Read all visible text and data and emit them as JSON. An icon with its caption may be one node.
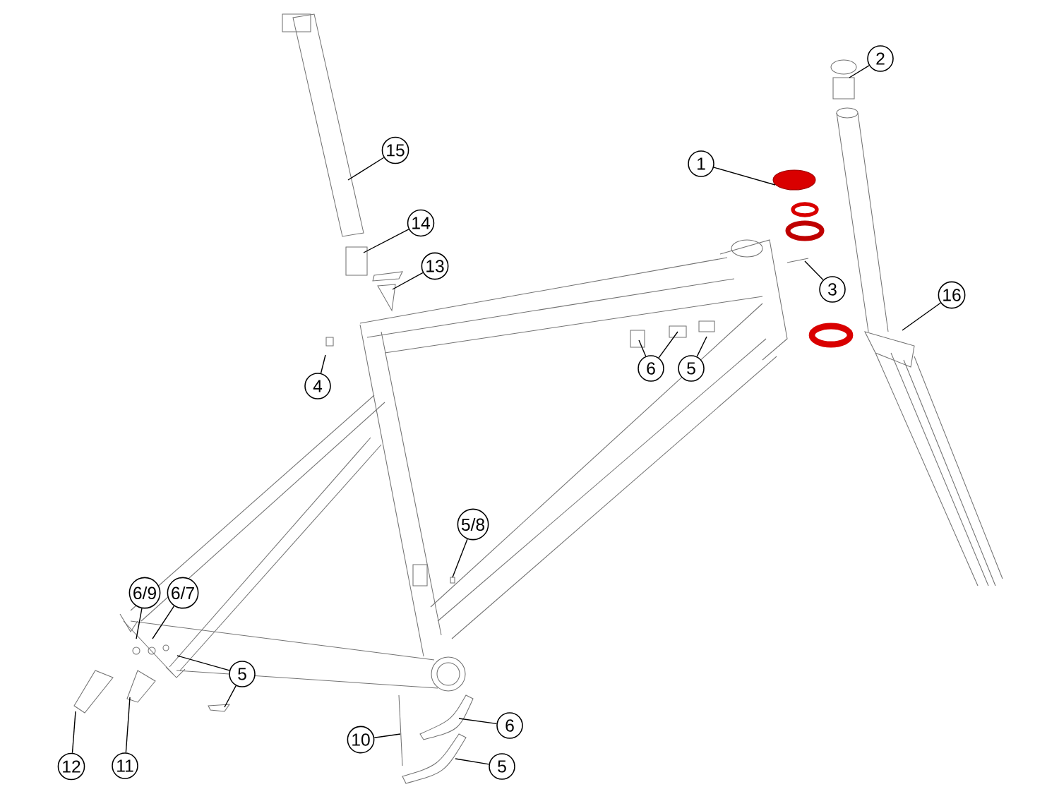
{
  "diagram": {
    "nodes": [
      {
        "text": [
          "2"
        ]
      },
      {
        "text": [
          "15"
        ]
      },
      {
        "text": [
          "1"
        ]
      },
      {
        "text": [
          "14"
        ]
      },
      {
        "text": [
          "13"
        ]
      },
      {
        "text": [
          "3"
        ]
      },
      {
        "text": [
          "16"
        ]
      },
      {
        "text": [
          "6"
        ]
      },
      {
        "text": [
          "5"
        ]
      },
      {
        "text": [
          "4"
        ]
      },
      {
        "text": [
          "5/8"
        ]
      },
      {
        "text": [
          "6/9"
        ]
      },
      {
        "text": [
          "6/7"
        ]
      },
      {
        "text": [
          "5"
        ]
      },
      {
        "text": [
          "6"
        ]
      },
      {
        "text": [
          "10"
        ]
      },
      {
        "text": [
          "5"
        ]
      },
      {
        "text": [
          "12"
        ]
      },
      {
        "text": [
          "11"
        ]
      }
    ],
    "edges": [
      {
        "from": 0,
        "to": null,
        "arrow": "none"
      },
      {
        "from": 1,
        "to": null,
        "arrow": "none"
      },
      {
        "from": 2,
        "to": null,
        "arrow": "none"
      },
      {
        "from": 3,
        "to": null,
        "arrow": "none"
      },
      {
        "from": 4,
        "to": null,
        "arrow": "none"
      },
      {
        "from": 5,
        "to": null,
        "arrow": "none"
      },
      {
        "from": 6,
        "to": null,
        "arrow": "none"
      },
      {
        "from": 7,
        "to": null,
        "arrow": "none"
      },
      {
        "from": 7,
        "to": null,
        "arrow": "none"
      },
      {
        "from": 8,
        "to": null,
        "arrow": "none"
      },
      {
        "from": 9,
        "to": null,
        "arrow": "none"
      },
      {
        "from": 10,
        "to": null,
        "arrow": "none"
      },
      {
        "from": 11,
        "to": null,
        "arrow": "none"
      },
      {
        "from": 12,
        "to": null,
        "arrow": "none"
      },
      {
        "from": 13,
        "to": null,
        "arrow": "none"
      },
      {
        "from": 13,
        "to": null,
        "arrow": "none"
      },
      {
        "from": 14,
        "to": null,
        "arrow": "none"
      },
      {
        "from": 15,
        "to": null,
        "arrow": "none"
      },
      {
        "from": 16,
        "to": null,
        "arrow": "none"
      },
      {
        "from": 17,
        "to": null,
        "arrow": "none"
      },
      {
        "from": 18,
        "to": null,
        "arrow": "none"
      }
    ]
  }
}
